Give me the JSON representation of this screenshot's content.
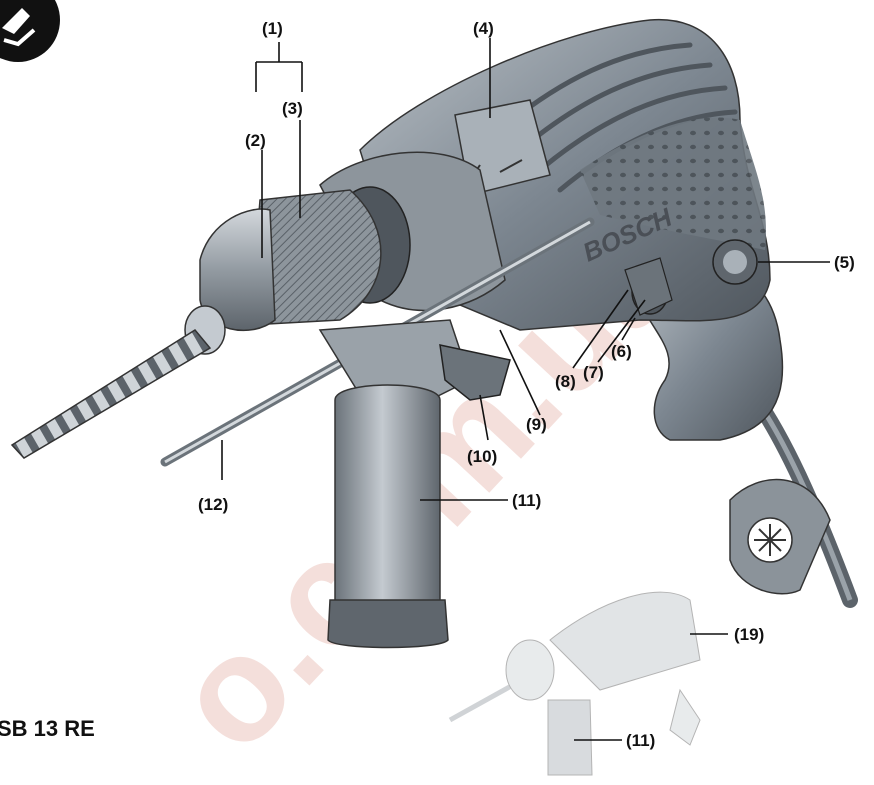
{
  "model_name": "SB 13 RE",
  "brand_text": "BOSCH",
  "watermark_text": "o.com.ua",
  "callouts": [
    {
      "id": "1",
      "label": "(1)"
    },
    {
      "id": "2",
      "label": "(2)"
    },
    {
      "id": "3",
      "label": "(3)"
    },
    {
      "id": "4",
      "label": "(4)"
    },
    {
      "id": "5",
      "label": "(5)"
    },
    {
      "id": "6",
      "label": "(6)"
    },
    {
      "id": "7",
      "label": "(7)"
    },
    {
      "id": "8",
      "label": "(8)"
    },
    {
      "id": "9",
      "label": "(9)"
    },
    {
      "id": "10",
      "label": "(10)"
    },
    {
      "id": "11",
      "label": "(11)"
    },
    {
      "id": "12",
      "label": "(12)"
    },
    {
      "id": "19",
      "label": "(19)"
    },
    {
      "id": "11b",
      "label": "(11)"
    }
  ],
  "colors": {
    "body": "#7d8791",
    "body_dark": "#555c63",
    "body_light": "#a9b1b8",
    "chuck": "#9aa2a9",
    "watermark": "#e8b9b0"
  }
}
